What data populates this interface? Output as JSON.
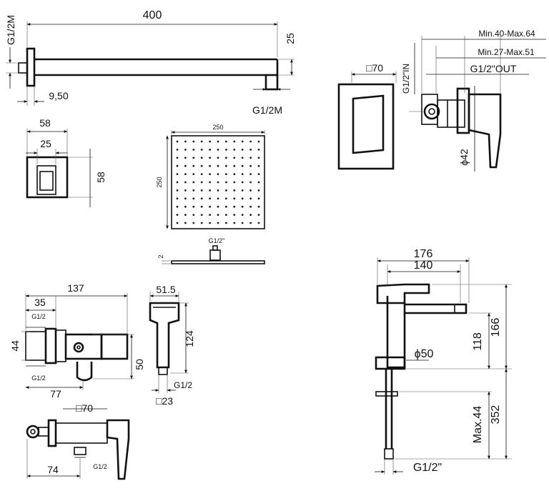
{
  "arm": {
    "length": "400",
    "thread_top": "G1/2M",
    "height": "25",
    "offset": "9,50",
    "thread_bottom": "G1/2M"
  },
  "flange": {
    "width": "58",
    "inner": "25",
    "height": "58"
  },
  "head": {
    "width": "250",
    "height": "250",
    "thickness": "2",
    "thread": "G1/2\""
  },
  "valve": {
    "square": "□70",
    "thread_in": "G1/2\"IN",
    "range1": "Min.40-Max.64",
    "range2": "Min.27-Max.51",
    "thread_out": "G1/2\"OUT",
    "diameter": "ϕ42"
  },
  "elbow": {
    "length": "137",
    "a": "35",
    "thread1": "G1/2",
    "height": "44",
    "thread2": "G1/2",
    "b": "77",
    "holder": "50"
  },
  "handspray": {
    "width": "51.5",
    "length": "124",
    "thread": "G1/2",
    "square": "□23"
  },
  "mixer": {
    "square": "□70",
    "depth": "74",
    "thread": "G1/2"
  },
  "basin": {
    "width": "176",
    "spout": "140",
    "spout_height": "118",
    "total_height": "166",
    "diameter": "ϕ50",
    "max": "Max.44",
    "tail": "352",
    "thread": "G1/2\""
  }
}
